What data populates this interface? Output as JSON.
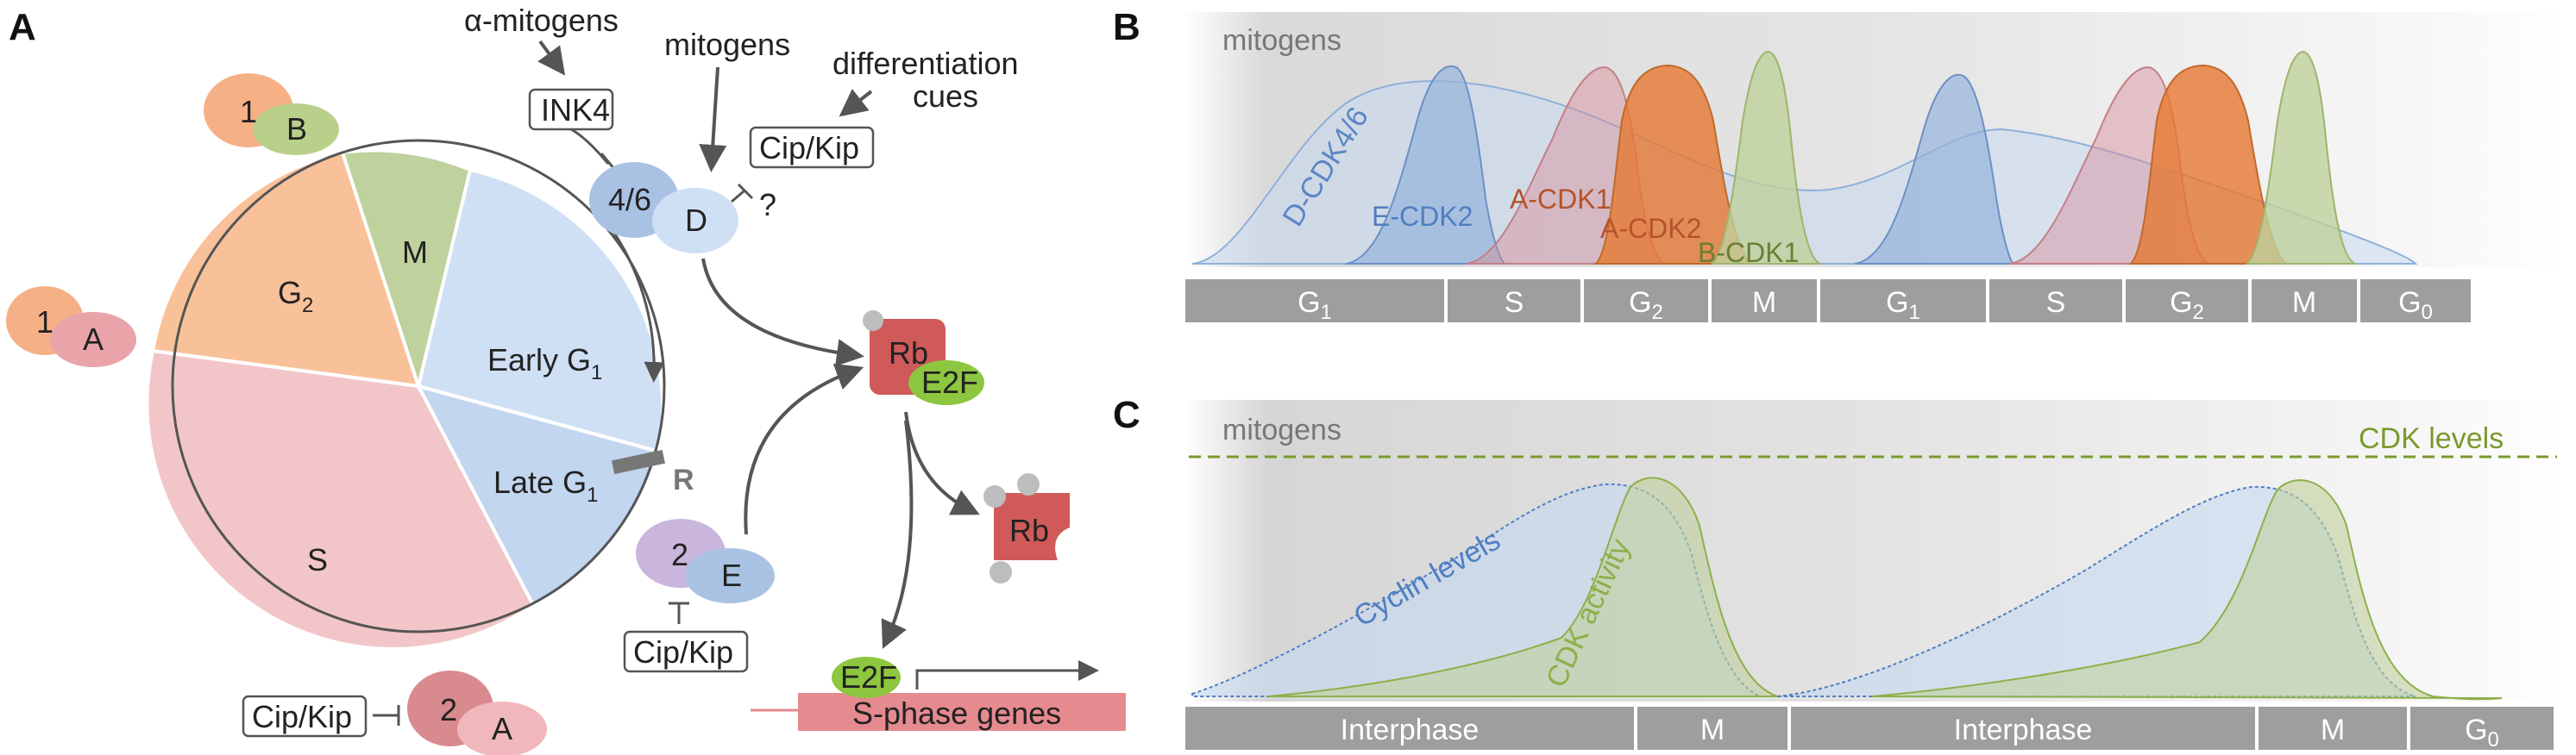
{
  "panels": {
    "a": "A",
    "b": "B",
    "c": "C"
  },
  "panel_a": {
    "inputs": {
      "alpha_mitogens": "α-mitogens",
      "mitogens": "mitogens",
      "differentiation": [
        "differentiation",
        "cues"
      ]
    },
    "inhibitors": {
      "ink4": "INK4",
      "cip_kip_top": "Cip/Kip",
      "cip_kip_e": "Cip/Kip",
      "cip_kip_a": "Cip/Kip"
    },
    "question_mark": "?",
    "complexes": {
      "b": {
        "cdk": "1",
        "cyclin": "B"
      },
      "a_left": {
        "cdk": "1",
        "cyclin": "A"
      },
      "d": {
        "cdk": "4/6",
        "cyclin": "D"
      },
      "e": {
        "cdk": "2",
        "cyclin": "E"
      },
      "a_bottom": {
        "cdk": "2",
        "cyclin": "A"
      }
    },
    "pie": {
      "g2": "G",
      "g2_sub": "2",
      "m": "M",
      "early_g1": "Early G",
      "early_g1_sub": "1",
      "late_g1": "Late G",
      "late_g1_sub": "1",
      "s": "S",
      "restriction": "R"
    },
    "rb": {
      "rb": "Rb",
      "e2f": "E2F",
      "rb_free": "Rb",
      "e2f_free": "E2F",
      "genes": "S-phase genes"
    },
    "colors": {
      "g1": "#c6d9f1",
      "s": "#f2c6c9",
      "g2": "#f9c199",
      "m": "#bfd19c",
      "rb": "#d05a5a",
      "e2f": "#8dc63f"
    }
  },
  "panel_b": {
    "mitogens": "mitogens",
    "curves": {
      "d_cdk46": "D-CDK4/6",
      "e_cdk2": "E-CDK2",
      "a_cdk1": "A-CDK1",
      "a_cdk2": "A-CDK2",
      "b_cdk1": "B-CDK1"
    },
    "phases": [
      {
        "label": "G",
        "sub": "1"
      },
      {
        "label": "S",
        "sub": ""
      },
      {
        "label": "G",
        "sub": "2"
      },
      {
        "label": "M",
        "sub": ""
      },
      {
        "label": "G",
        "sub": "1"
      },
      {
        "label": "S",
        "sub": ""
      },
      {
        "label": "G",
        "sub": "2"
      },
      {
        "label": "M",
        "sub": ""
      },
      {
        "label": "G",
        "sub": "0"
      }
    ]
  },
  "panel_c": {
    "mitogens": "mitogens",
    "cdk_levels": "CDK levels",
    "cyclin_levels": "Cyclin levels",
    "cdk_activity": "CDK activity",
    "phases": [
      {
        "label": "Interphase",
        "sub": ""
      },
      {
        "label": "M",
        "sub": ""
      },
      {
        "label": "Interphase",
        "sub": ""
      },
      {
        "label": "M",
        "sub": ""
      },
      {
        "label": "G",
        "sub": "0"
      }
    ]
  }
}
